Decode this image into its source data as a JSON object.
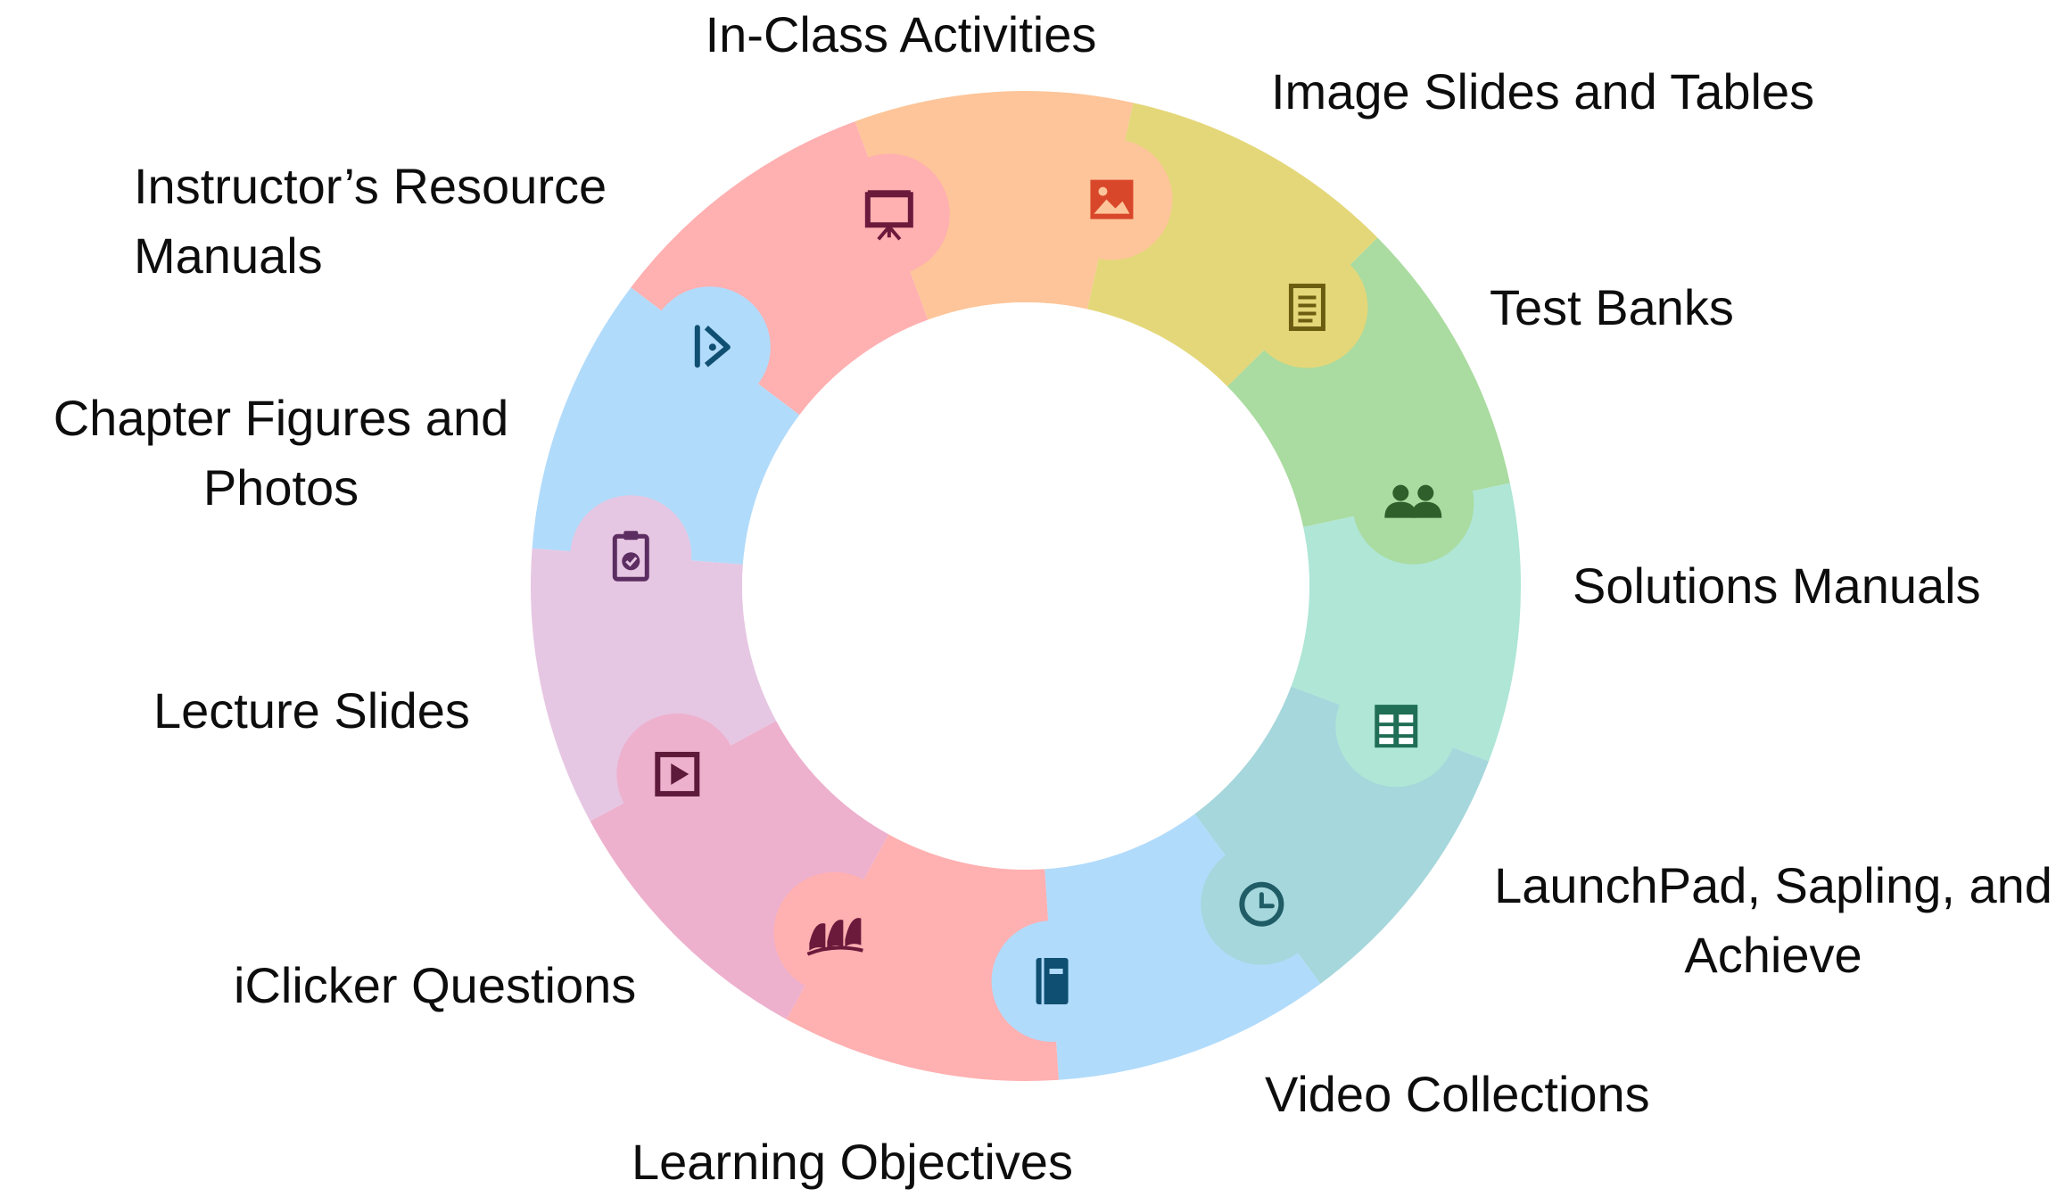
{
  "segments": [
    {
      "id": "in-class-activities",
      "label_lines": [
        "In-Class Activities"
      ],
      "color": "#aadba0",
      "icon": "users-icon",
      "icon_color": "#2f5f2a"
    },
    {
      "id": "image-slides-and-tables",
      "label_lines": [
        "Image Slides and Tables"
      ],
      "color": "#afe6d6",
      "icon": "table-icon",
      "icon_color": "#1f6e55"
    },
    {
      "id": "test-banks",
      "label_lines": [
        "Test Banks"
      ],
      "color": "#a5d7dc",
      "icon": "clock-icon",
      "icon_color": "#1f5c66"
    },
    {
      "id": "solutions-manuals",
      "label_lines": [
        "Solutions Manuals"
      ],
      "color": "#b1dbfb",
      "icon": "book-icon",
      "icon_color": "#0f4f72"
    },
    {
      "id": "launchpad-sapling-achieve",
      "label_lines": [
        "LaunchPad, Sapling, and",
        "Achieve"
      ],
      "color": "#ffb0b1",
      "icon": "books-logo-icon",
      "icon_color": "#6b1a3b"
    },
    {
      "id": "video-collections",
      "label_lines": [
        "Video Collections"
      ],
      "color": "#edb1ce",
      "icon": "play-icon",
      "icon_color": "#5e1a3a"
    },
    {
      "id": "learning-objectives",
      "label_lines": [
        "Learning Objectives"
      ],
      "color": "#e6c7e3",
      "icon": "clipboard-check-icon",
      "icon_color": "#5b2d61"
    },
    {
      "id": "iclicker-questions",
      "label_lines": [
        "iClicker Questions"
      ],
      "color": "#b1dbfb",
      "icon": "iclicker-icon",
      "icon_color": "#0f4f72"
    },
    {
      "id": "lecture-slides",
      "label_lines": [
        "Lecture Slides"
      ],
      "color": "#ffb0b1",
      "icon": "presentation-icon",
      "icon_color": "#6b1a3b"
    },
    {
      "id": "chapter-figures-and-photos",
      "label_lines": [
        "Chapter Figures and",
        "Photos"
      ],
      "color": "#fdc599",
      "icon": "image-icon",
      "icon_color": "#d9472b"
    },
    {
      "id": "instructors-resource-manuals",
      "label_lines": [
        "Instructor’s Resource",
        "Manuals"
      ],
      "color": "#e4d779",
      "icon": "document-icon",
      "icon_color": "#6b5d10"
    }
  ]
}
